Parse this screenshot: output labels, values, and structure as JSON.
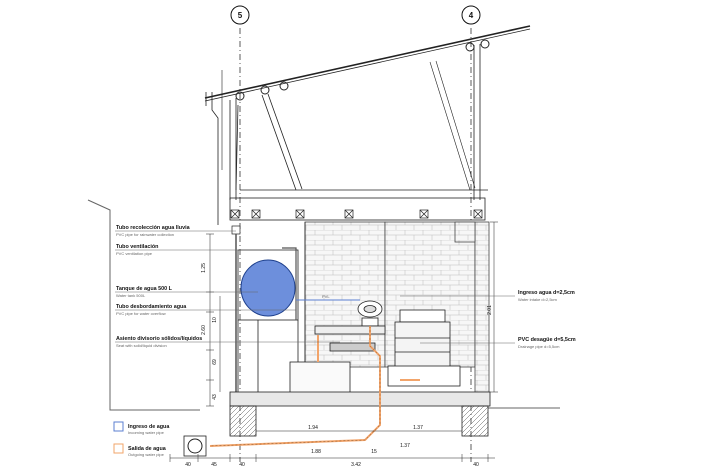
{
  "grid_axes": [
    "5",
    "4"
  ],
  "labels": [
    {
      "title": "Tubo recolección agua lluvia",
      "sub": "PVC pipe for rainwater collection"
    },
    {
      "title": "Tubo ventilación",
      "sub": "PVC ventilation pipe"
    },
    {
      "title": "Tanque de agua 500 L",
      "sub": "Water tank 500L"
    },
    {
      "title": "Tubo desbordamiento agua",
      "sub": "PVC pipe for water overflow"
    },
    {
      "title": "Asiento divisorio sólidos/líquidos",
      "sub": "Seat with solid/liquid division"
    },
    {
      "title": "Ingreso agua d=2,5cm",
      "sub": "Water intake d=2,5cm"
    },
    {
      "title": "PVC desagüe d=5,5cm",
      "sub": "Drainage pipe d=5,5cm"
    }
  ],
  "legend": [
    {
      "title": "Ingreso de agua",
      "sub": "Incoming water pipe",
      "color": "#5b7fd1"
    },
    {
      "title": "Salida de agua",
      "sub": "Outgoing water pipe",
      "color": "#f2a46a"
    }
  ],
  "pipe_tag": "PVL",
  "dimensions": {
    "vertical": [
      "1.25",
      "10",
      "2.60",
      "69",
      "43",
      "2.01"
    ],
    "horizontal_bottom": [
      "40",
      "45",
      "40",
      "1.88",
      "15",
      "3.42",
      "40"
    ],
    "horizontal_floor": [
      "1.94",
      "1.37",
      "1.37"
    ]
  },
  "colors": {
    "water_tank": "#6d8fdc",
    "outgoing_pipe": "#f2a46a",
    "incoming_pipe": "#5b7fd1"
  }
}
